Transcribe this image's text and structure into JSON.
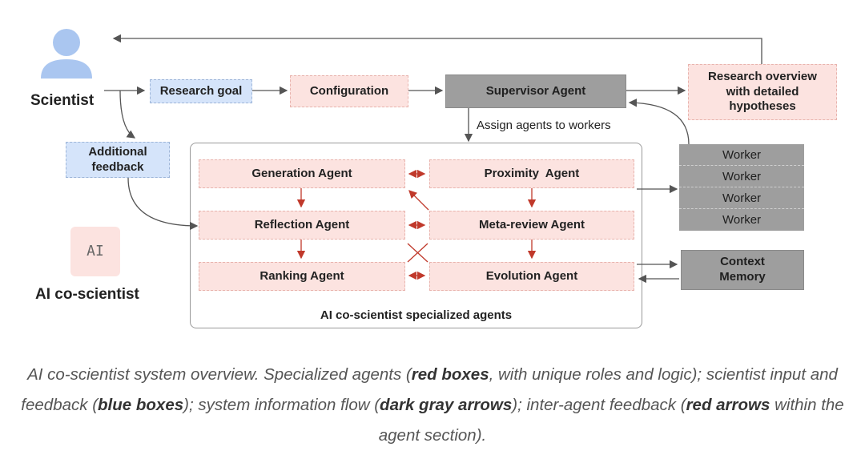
{
  "scientist": {
    "label": "Scientist"
  },
  "inputs": {
    "research_goal": "Research goal",
    "configuration": "Configuration",
    "supervisor": "Supervisor Agent",
    "overview": "Research overview with detailed hypotheses",
    "additional_feedback": "Additional feedback"
  },
  "assign_label": "Assign agents to workers",
  "agents": {
    "generation": "Generation Agent",
    "proximity": "Proximity  Agent",
    "reflection": "Reflection Agent",
    "meta_review": "Meta-review Agent",
    "ranking": "Ranking Agent",
    "evolution": "Evolution Agent",
    "panel_title": "AI co-scientist specialized agents"
  },
  "workers": [
    "Worker",
    "Worker",
    "Worker",
    "Worker"
  ],
  "context_memory": "Context Memory",
  "ai": {
    "badge": "AI",
    "label": "AI co-scientist"
  },
  "caption": {
    "p1": "AI co-scientist system overview. Specialized agents (",
    "b1": "red boxes",
    "p2": ", with unique roles and logic); scientist input and feedback (",
    "b2": "blue boxes",
    "p3": "); system information flow (",
    "b3": "dark gray arrows",
    "p4": "); inter-agent feedback (",
    "b4": "red arrows",
    "p5": " within the agent section)."
  }
}
